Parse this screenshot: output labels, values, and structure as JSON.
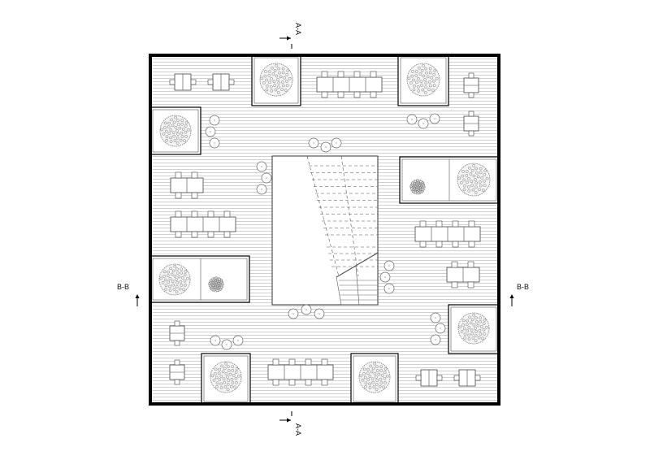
{
  "drawing": {
    "type": "floor-plan",
    "section_markers": {
      "top": "A-A",
      "bottom": "A-A",
      "left": "B-B",
      "right": "B-B"
    },
    "colors": {
      "wall": "#000000",
      "hatch": "#b8b8b8",
      "furniture": "#444444",
      "tree": "#777777"
    }
  }
}
